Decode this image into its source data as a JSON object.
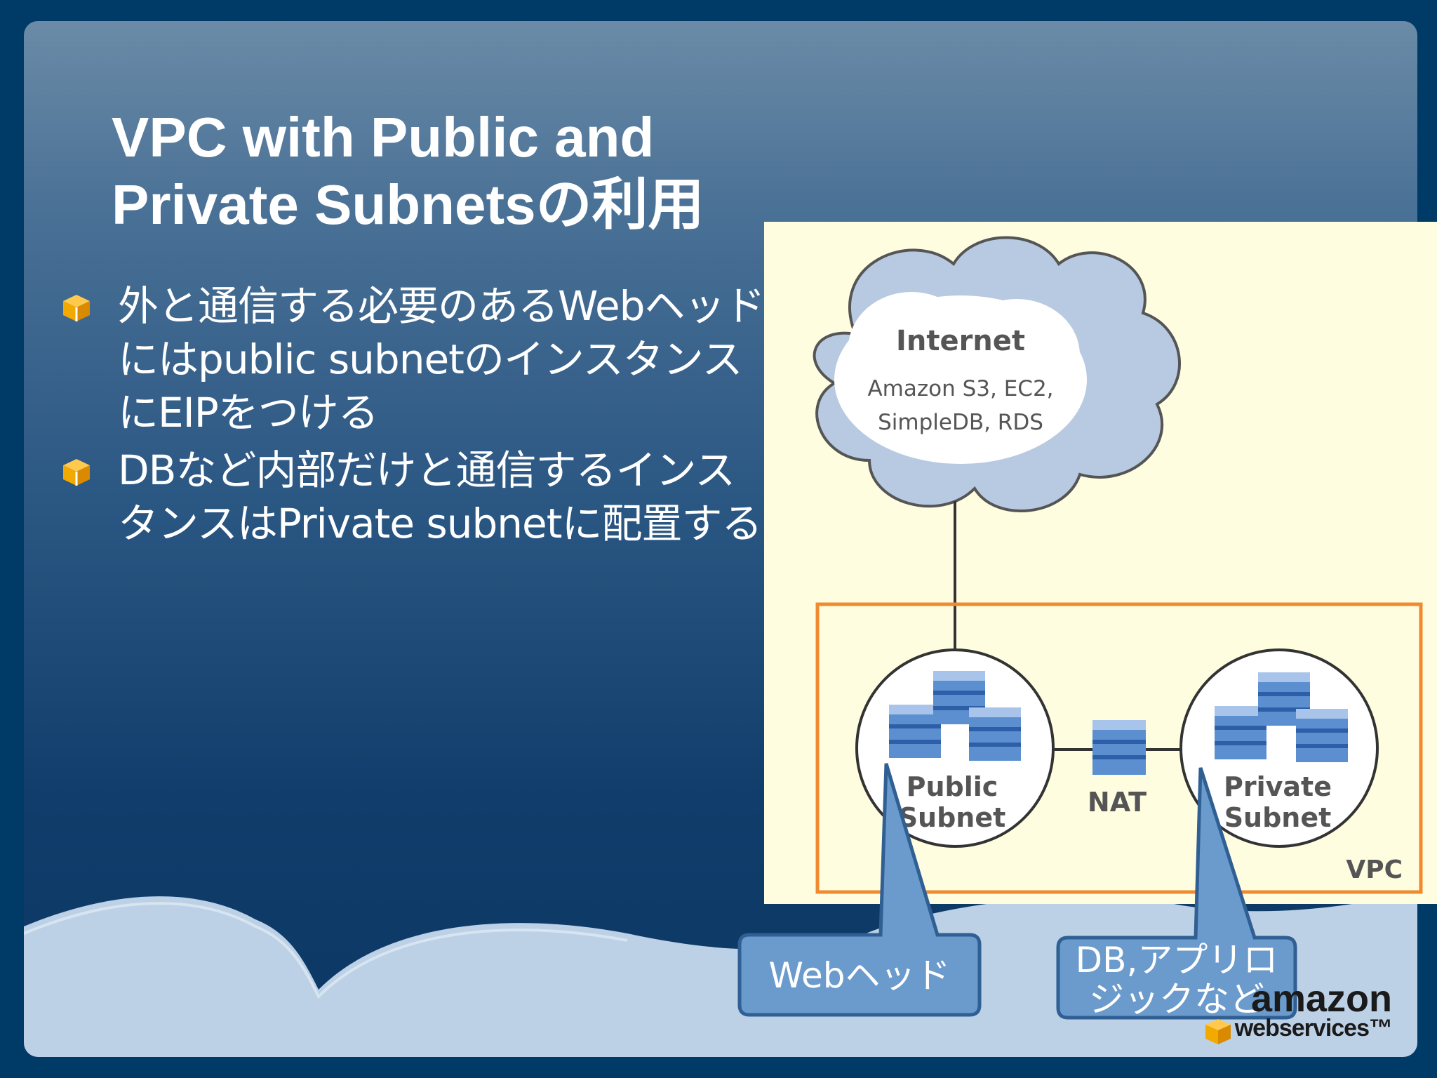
{
  "slide": {
    "title_line1": "VPC with Public and",
    "title_line2": "Private Subnetsの利用",
    "bullets": [
      "外と通信する必要のあるWebヘッドにはpublic subnetのインスタンスにEIPをつける",
      "DBなど内部だけと通信するインスタンスはPrivate subnetに配置する"
    ]
  },
  "diagram": {
    "internet_label": "Internet",
    "internet_services_line1": "Amazon S3, EC2,",
    "internet_services_line2": "SimpleDB, RDS",
    "public_subnet_line1": "Public",
    "public_subnet_line2": "Subnet",
    "nat_label": "NAT",
    "private_subnet_line1": "Private",
    "private_subnet_line2": "Subnet",
    "vpc_label": "VPC"
  },
  "callouts": {
    "web_head": "Webヘッド",
    "db_line1": "DB,アプリロ",
    "db_line2": "ジックなど"
  },
  "logo": {
    "main": "amazon",
    "sub": "webservices™"
  },
  "colors": {
    "slide_border": "#003a66",
    "diagram_bg": "#fffde0",
    "vpc_border": "#f08a30",
    "callout_fill": "#6a9bcc",
    "bullet_icon": "#f2a900"
  }
}
